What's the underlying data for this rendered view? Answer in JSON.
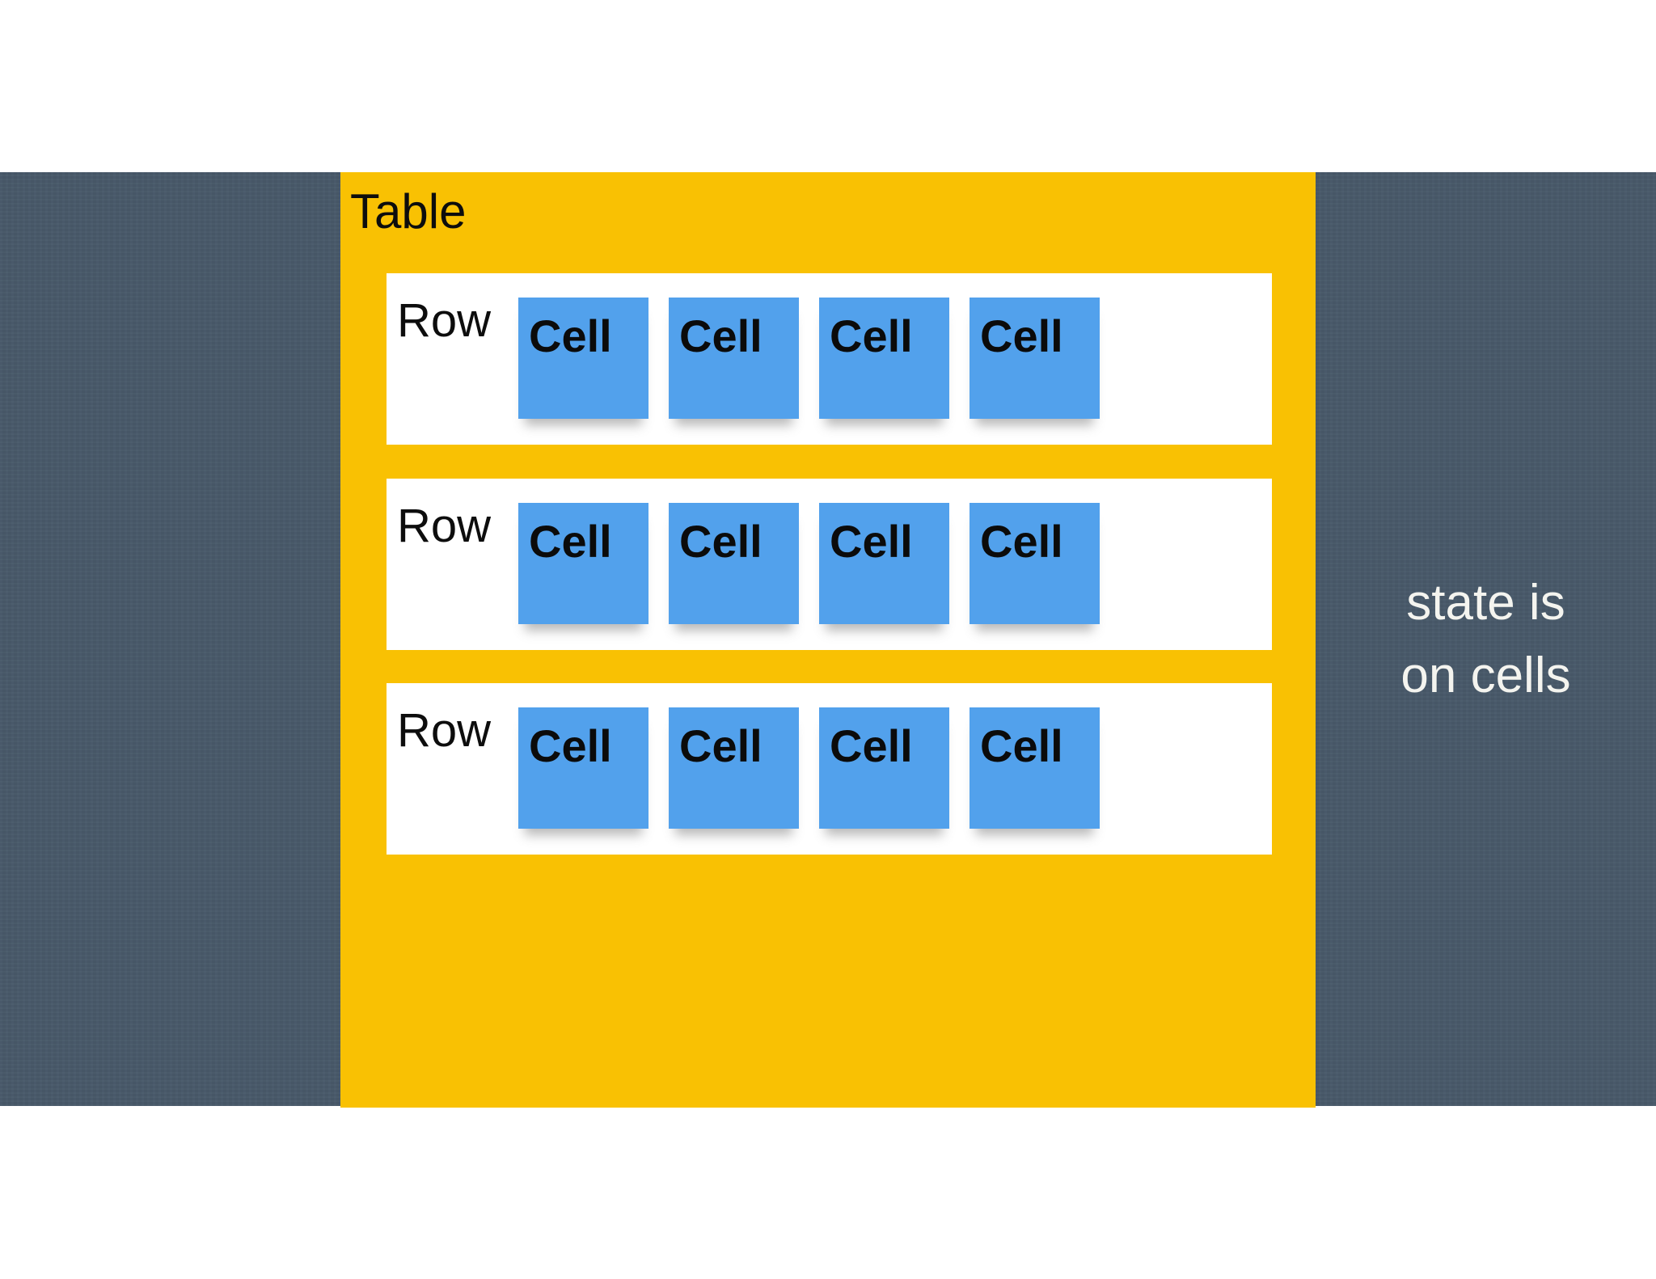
{
  "table": {
    "title": "Table",
    "rows": [
      {
        "label": "Row",
        "cells": [
          "Cell",
          "Cell",
          "Cell",
          "Cell"
        ]
      },
      {
        "label": "Row",
        "cells": [
          "Cell",
          "Cell",
          "Cell",
          "Cell"
        ]
      },
      {
        "label": "Row",
        "cells": [
          "Cell",
          "Cell",
          "Cell",
          "Cell"
        ]
      }
    ]
  },
  "side_note": {
    "line1": "state is",
    "line2": "on cells"
  },
  "colors": {
    "page_bg": "#ffffff",
    "band_bg": "#48596a",
    "panel_bg": "#f9c103",
    "row_bg": "#ffffff",
    "cell_bg": "#52a1ec",
    "title_text": "#0d0d0d",
    "label_text": "#0d0d0d",
    "cell_text": "#0b0b0b",
    "note_text": "#f4f4ef"
  }
}
